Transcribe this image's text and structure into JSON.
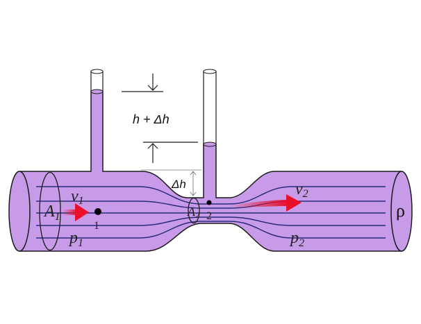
{
  "colors": {
    "fluid": "#c89be8",
    "outline": "#1a1a1a",
    "streamline": "#2a2a7a",
    "arrow": "#e8102a"
  },
  "labels": {
    "height_total": "h + Δh",
    "height_delta": "Δh",
    "area_1": "A",
    "area_1_sub": "1",
    "area_2": "A",
    "area_2_sub": "2",
    "velocity_1": "v",
    "velocity_1_sub": "1",
    "velocity_2": "v",
    "velocity_2_sub": "2",
    "pressure_1": "p",
    "pressure_1_sub": "1",
    "pressure_2": "p",
    "pressure_2_sub": "2",
    "point_1": "1",
    "point_2": "2",
    "density": "ρ"
  }
}
